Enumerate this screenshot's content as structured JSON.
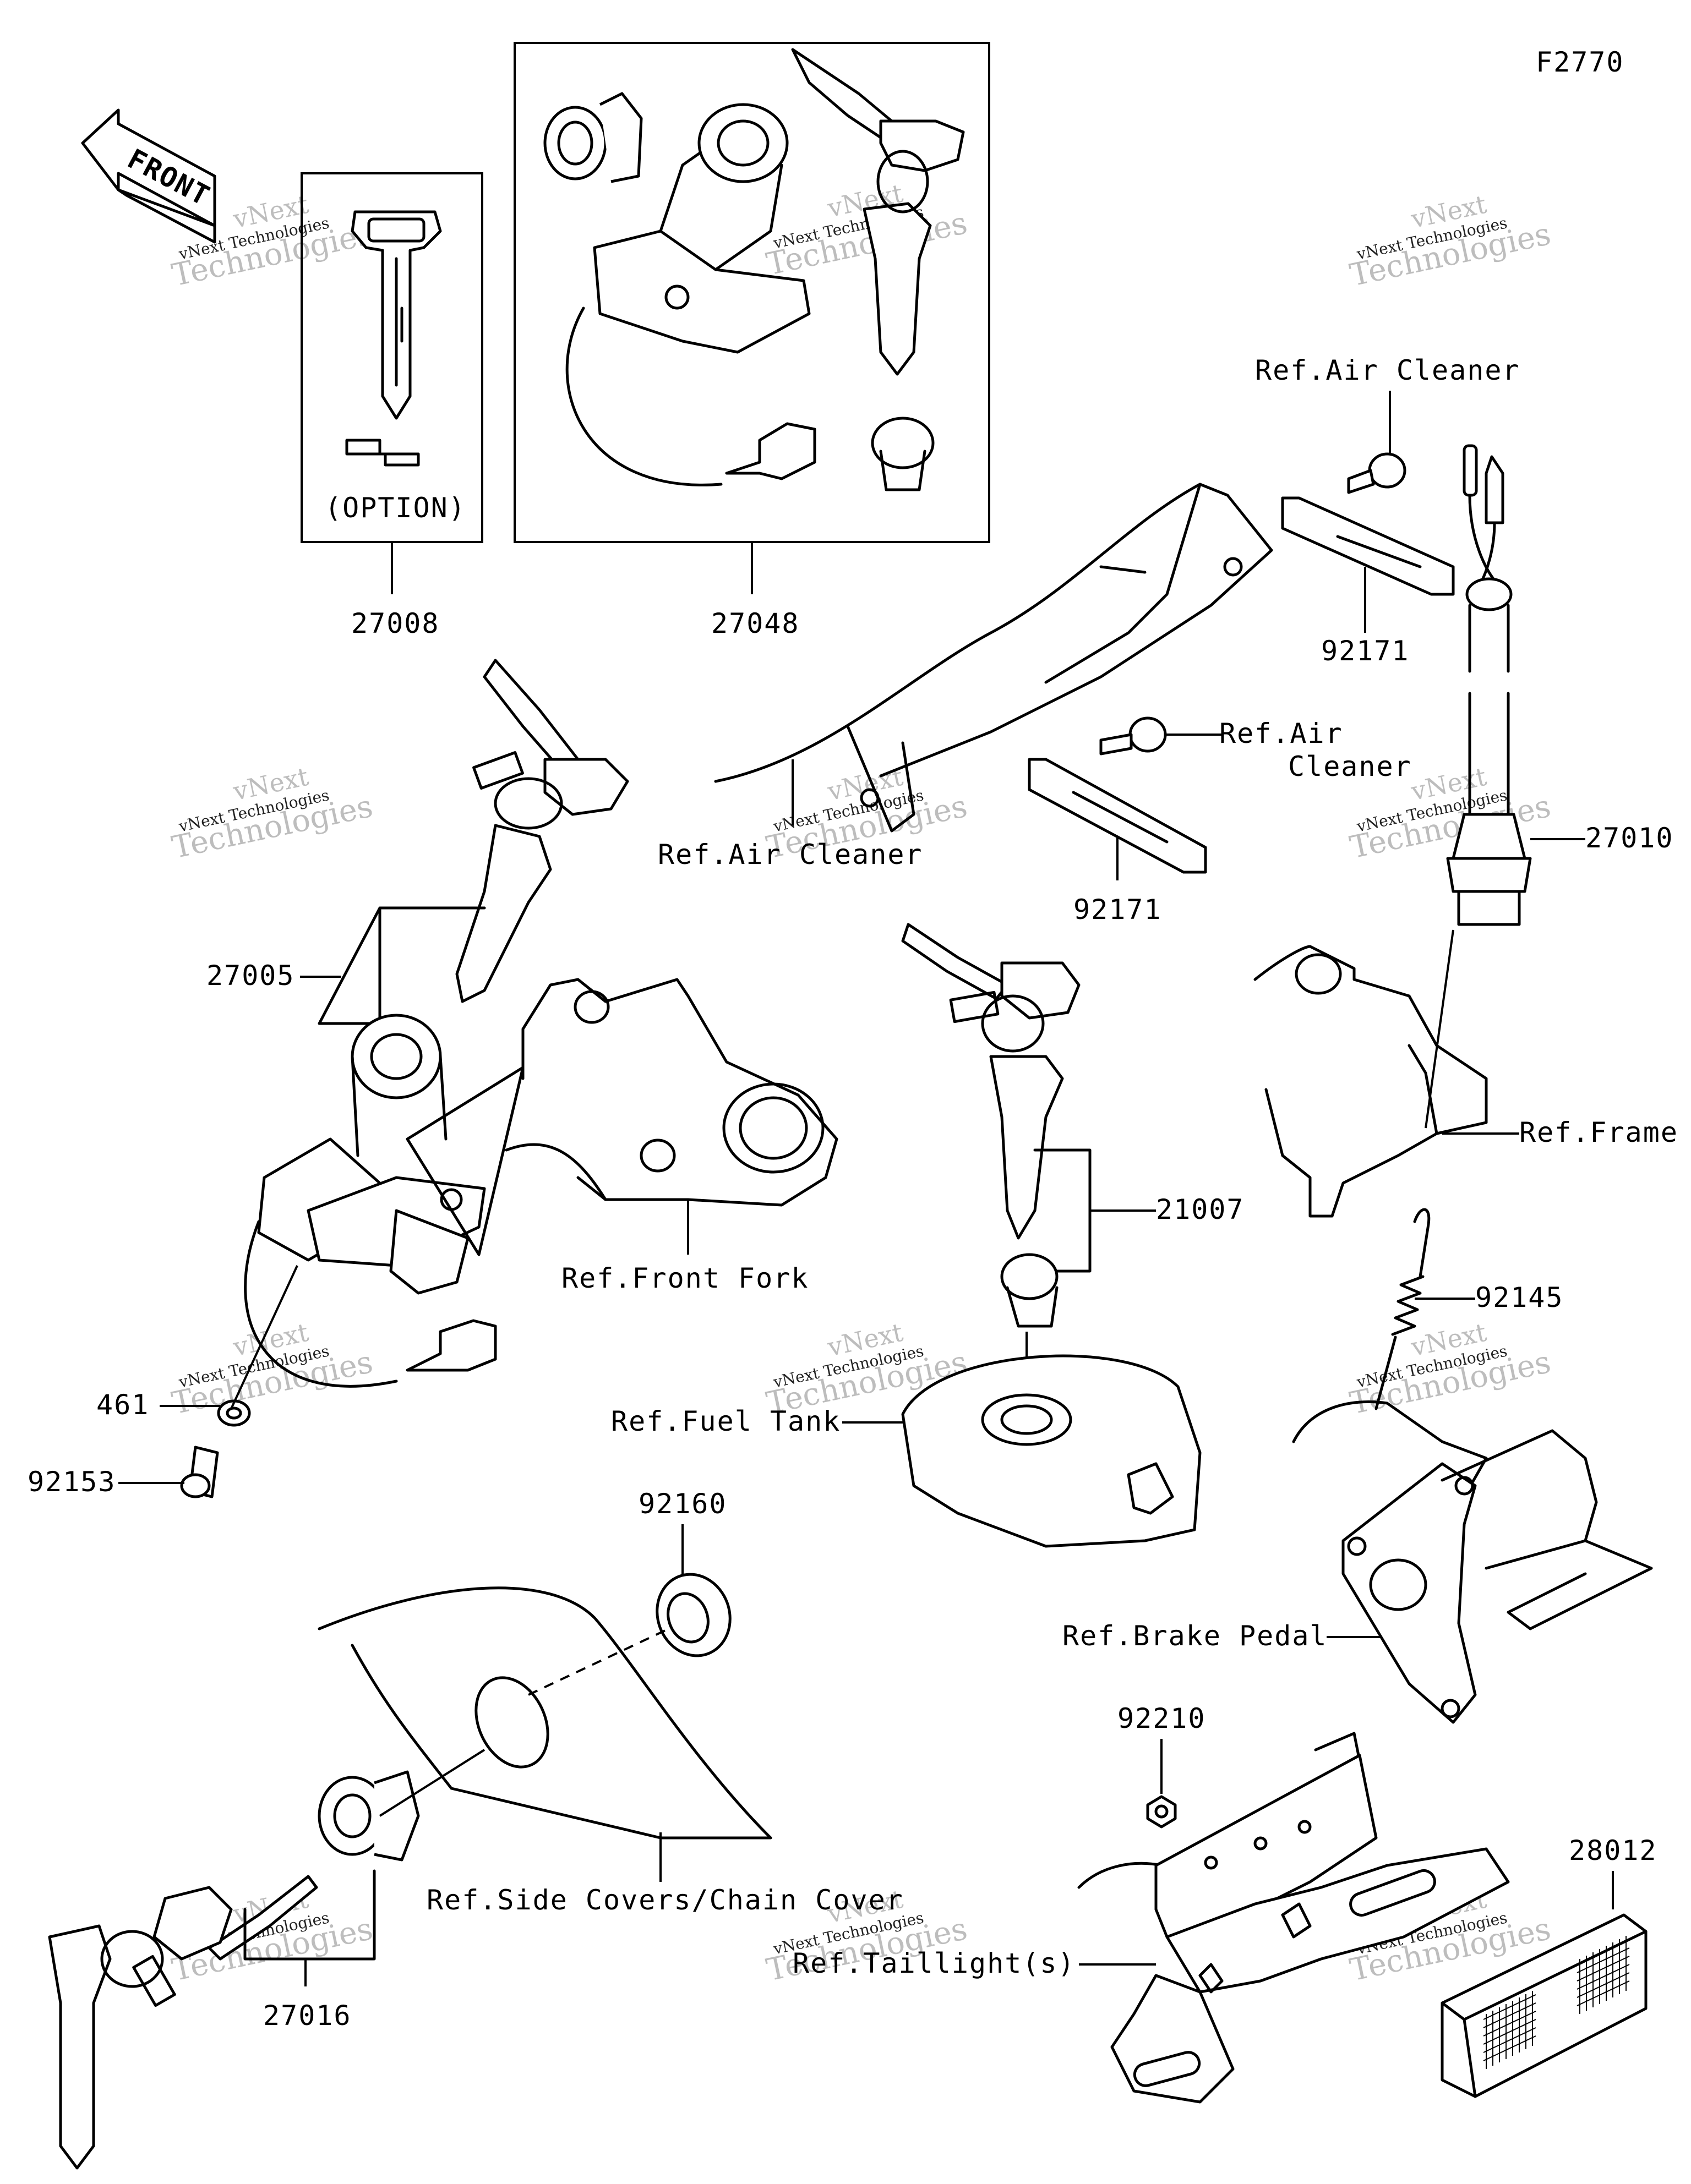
{
  "figure_code": "F2770",
  "front_label": "FRONT",
  "option_text": "(OPTION)",
  "parts": [
    {
      "id": "27008"
    },
    {
      "id": "27048"
    },
    {
      "id": "27005"
    },
    {
      "id": "461"
    },
    {
      "id": "92153"
    },
    {
      "id": "92171"
    },
    {
      "id": "92171"
    },
    {
      "id": "27010"
    },
    {
      "id": "21007"
    },
    {
      "id": "92145"
    },
    {
      "id": "92160"
    },
    {
      "id": "27016"
    },
    {
      "id": "92210"
    },
    {
      "id": "28012"
    }
  ],
  "references": [
    {
      "text": "Ref.Air Cleaner"
    },
    {
      "text": "Ref.Air"
    },
    {
      "text": "Cleaner"
    },
    {
      "text": "Ref.Air Cleaner"
    },
    {
      "text": "Ref.Frame"
    },
    {
      "text": "Ref.Front Fork"
    },
    {
      "text": "Ref.Fuel Tank"
    },
    {
      "text": "Ref.Brake Pedal"
    },
    {
      "text": "Ref.Side Covers/Chain Cover"
    },
    {
      "text": "Ref.Taillight(s)"
    }
  ],
  "watermark": {
    "company": "vNext Technologies",
    "line1": "vNext",
    "line2": "Technologies"
  }
}
